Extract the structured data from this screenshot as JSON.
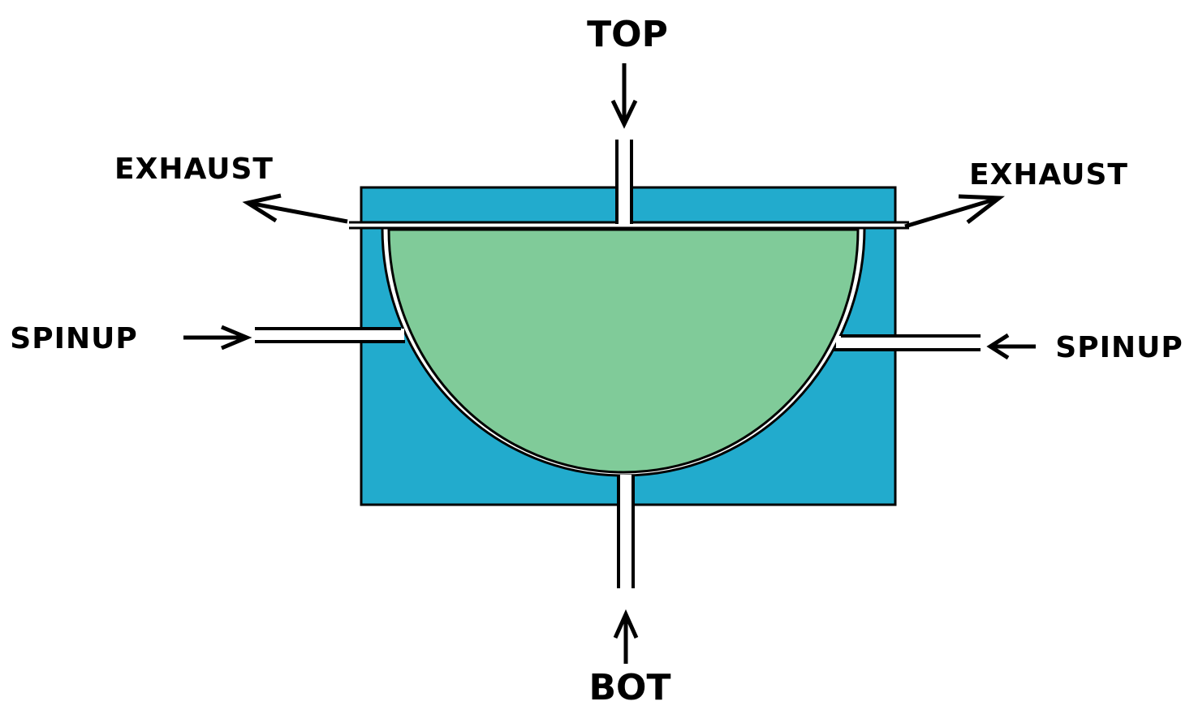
{
  "labels": {
    "top": "TOP",
    "bot": "BOT",
    "exhaust_left": "EXHAUST",
    "exhaust_right": "EXHAUST",
    "spinup_left": "SPINUP",
    "spinup_right": "SPINUP"
  },
  "colors": {
    "stator": "#22abcd",
    "rotor": "#80cb99",
    "outline": "#000000",
    "gap": "#ffffff"
  }
}
